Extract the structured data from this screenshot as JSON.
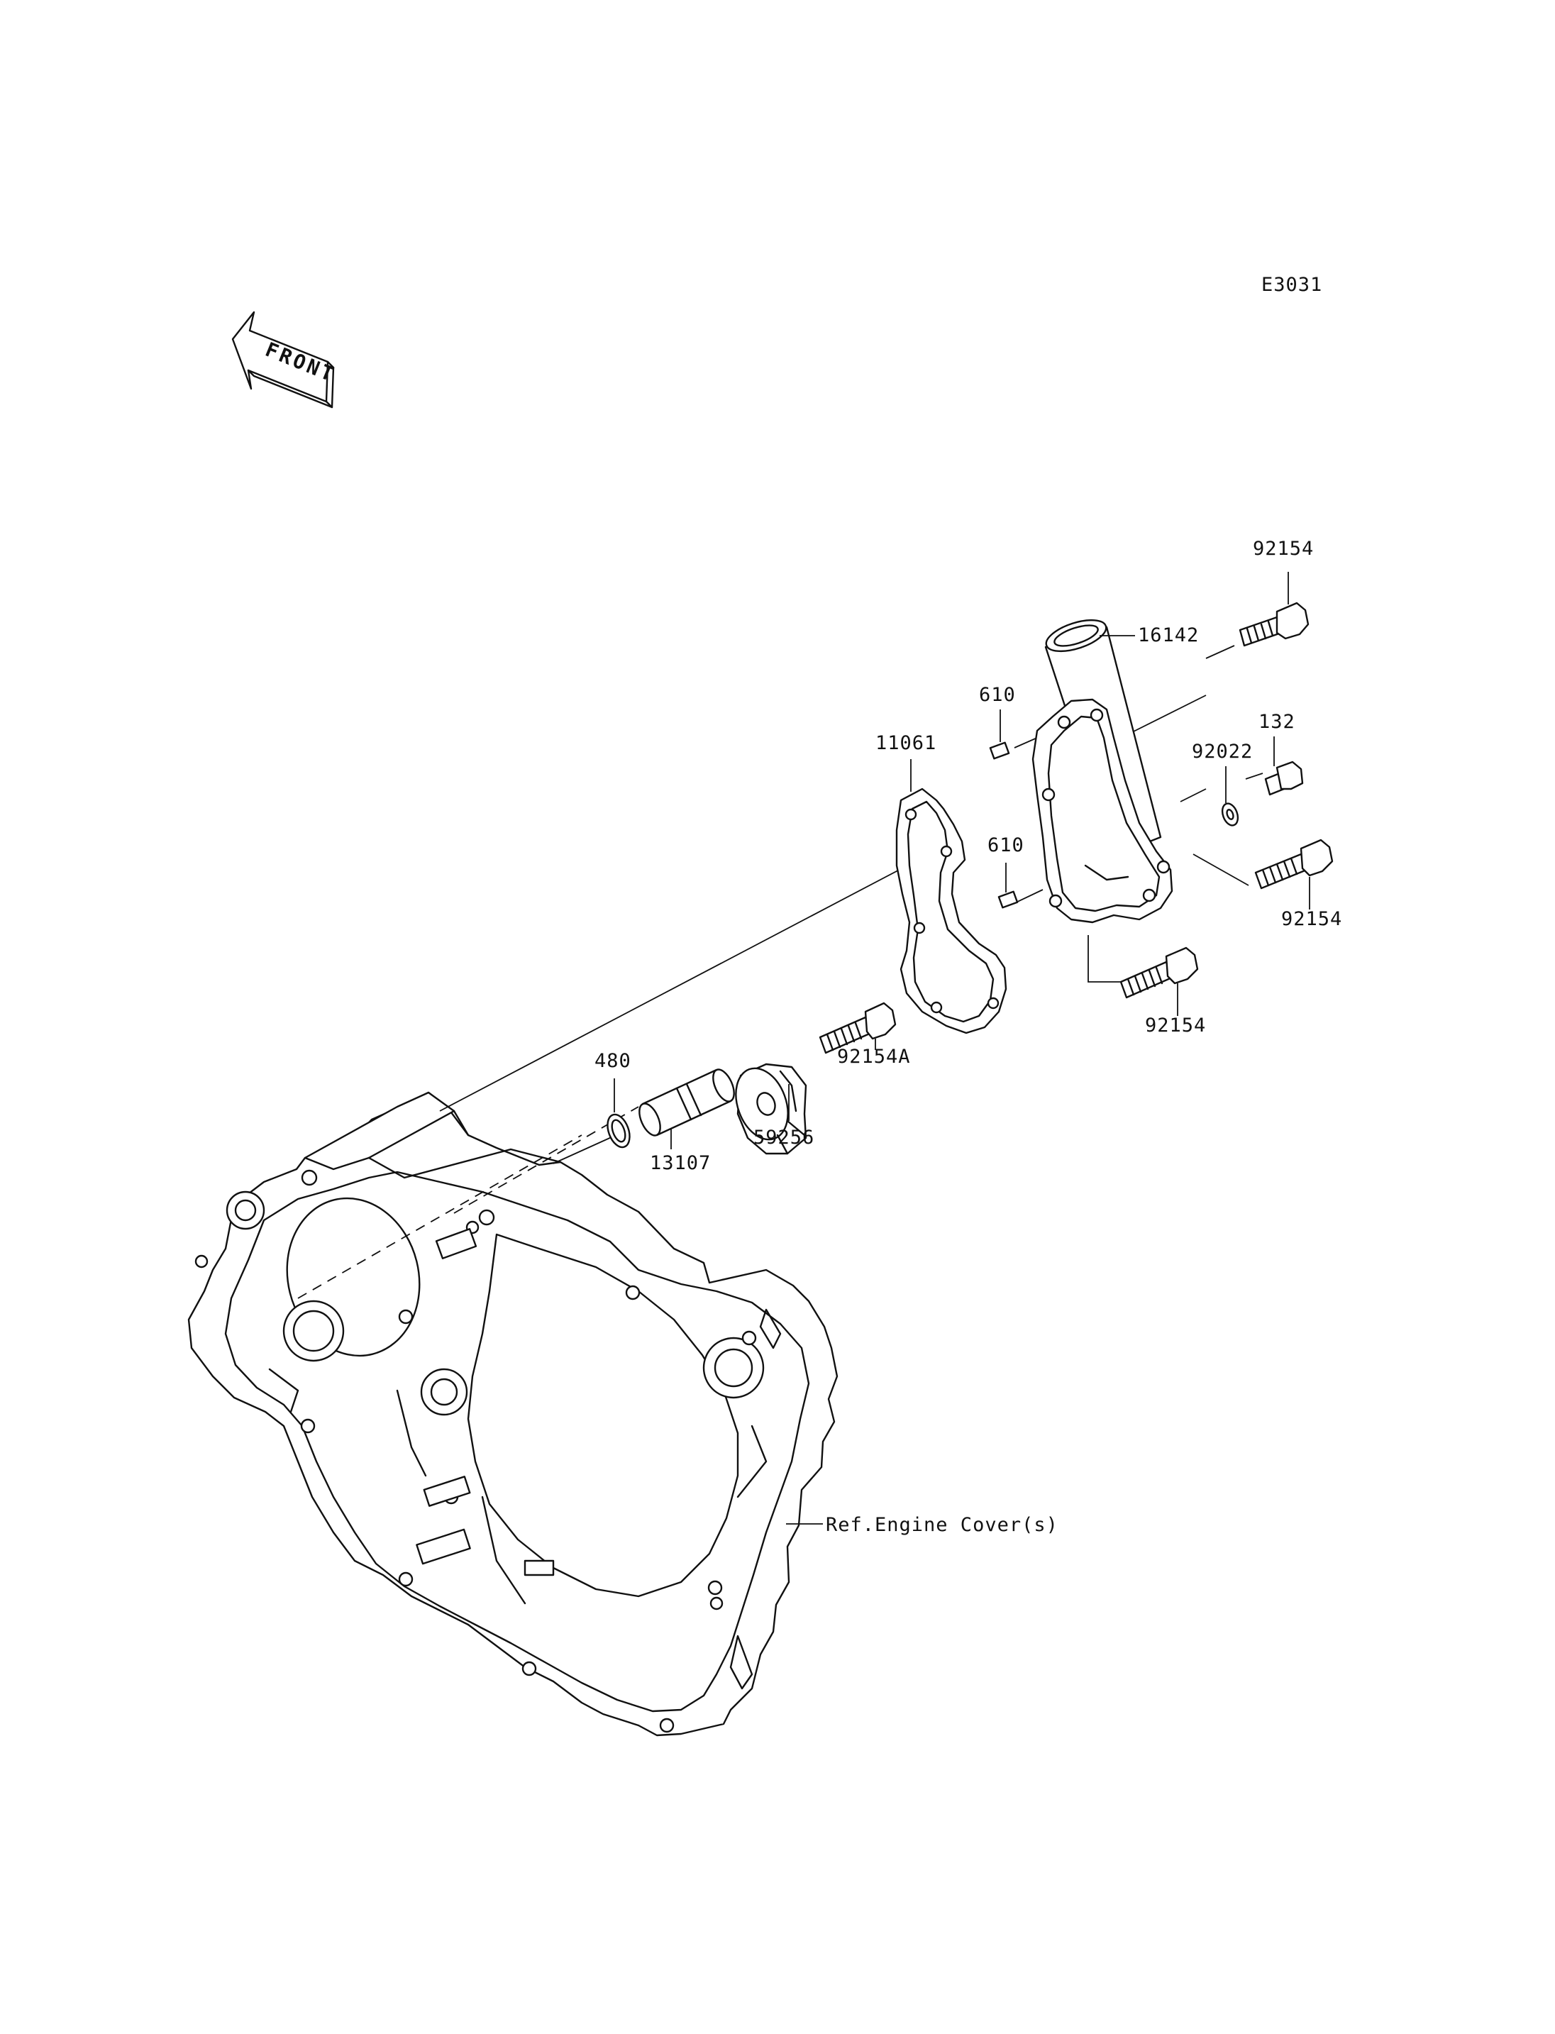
{
  "diagram_code": "E3031",
  "front_label": "FRONT",
  "parts": {
    "p92154_top": "92154",
    "p16142": "16142",
    "p610_top": "610",
    "p132": "132",
    "p92022": "92022",
    "p11061": "11061",
    "p610_mid": "610",
    "p92154_right": "92154",
    "p92154_lower": "92154",
    "p92154A": "92154A",
    "p480": "480",
    "p59256": "59256",
    "p13107": "13107"
  },
  "ref_label": "Ref.Engine Cover(s)"
}
